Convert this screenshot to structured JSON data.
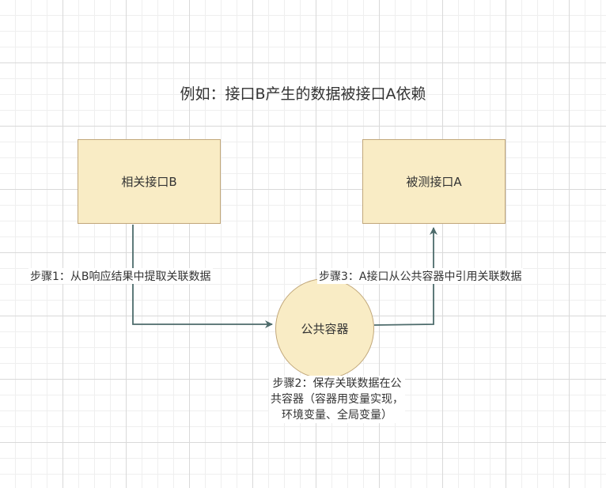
{
  "title": "例如：接口B产生的数据被接口A依赖",
  "nodes": {
    "interface_b": "相关接口B",
    "interface_a": "被测接口A",
    "container": "公共容器"
  },
  "steps": {
    "step1": "步骤1：从B响应结果中提取关联数据",
    "step2": "步骤2：保存关联数据在公共容器（容器用变量实现，环境变量、全局变量）",
    "step3": "步骤3：A接口从公共容器中引用关联数据"
  },
  "colors": {
    "node_fill": "#f9ecc5",
    "node_stroke": "#c1a77a",
    "edge": "#4d6b6b"
  }
}
